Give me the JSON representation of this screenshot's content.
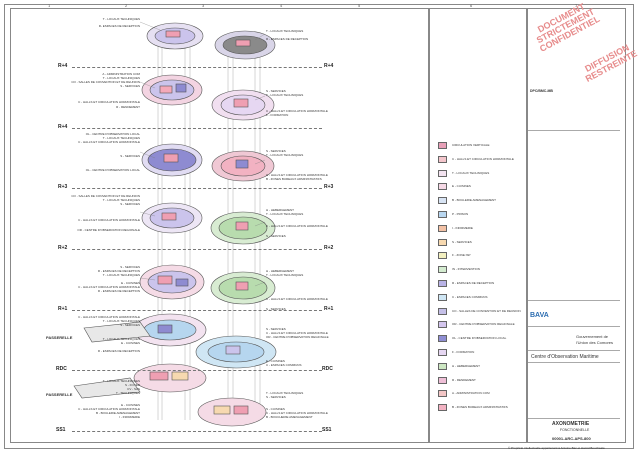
{
  "stamp": {
    "line1": "DOCUMENT",
    "line2": "STRICTEMENT",
    "line3": "CONFIDENTIEL",
    "line4": "DIFFUSION",
    "line5": "RESTREINTE"
  },
  "levels": {
    "r4_left": "R+4",
    "r4_right": "R+4",
    "r4b_left": "R+4",
    "r3_left": "R+3",
    "r3_right": "R+3",
    "r2_left": "R+2",
    "r2_right": "R+2",
    "r1_left": "R+1",
    "r1_right": "R+1",
    "rdc_left": "RDC",
    "rdc_right": "RDC",
    "ss1_left": "SS1",
    "ss1_right": "SS1"
  },
  "labels_left": [
    "T - LOCAUX TECHNIQUES",
    "R- ESPACES DE RECEPTION",
    "A - ADMINISTRATION COM",
    "T - LOCAUX TECHNIQUES",
    "CO - SALLES DE CONVENTION ET DE REUNION",
    "S - SERVICES",
    "C - HALLS ET CIRCULATION HORIZONTALE",
    "R - RENDEMENT",
    "OL - CENTRE D'OBSERVATION LOCAL",
    "T - LOCAUX TECHNIQUES",
    "C - HALLS ET CIRCULATION HORIZONTALE",
    "S - SERVICES",
    "OL - CENTRE D'OBSERVATION LOCAL",
    "CO - SALLES DE CONVENTION ET DE REUNION",
    "T - LOCAUX TECHNIQUES",
    "S - SERVICES",
    "C - HALLS ET CIRCULATION HORIZONTALE",
    "OR - CENTRE D'OBSERVATION REGIONALE",
    "S - SERVICES",
    "R - ESPACES DE RECEPTION",
    "T - LOCAUX TECHNIQUES",
    "E - CUISINES",
    "C - HALLS ET CIRCULATION HORIZONTALE",
    "R - ESPACES DE RECEPTION",
    "C - HALLS ET CIRCULATION HORIZONTALE",
    "T - LOCAUX TECHNIQUES",
    "S - SERVICES",
    "T - LOCAUX TECHNIQUES",
    "E - CUISINES",
    "R - ESPACES DE RECEPTION",
    "T - LOCAUX TECHNIQUES",
    "S - FOYER",
    "CV - SAS",
    "T - TECHNIQUES",
    "E - CUISINES",
    "C - HALLS ET CIRCULATION HORIZONTALE",
    "B - BOULERIE AMENAGEMENT",
    "I - INFIRMERIE"
  ],
  "labels_right": [
    "T - LOCAUX TECHNIQUES",
    "R - ESPACES DE RECEPTION",
    "S - SERVICES",
    "T - LOCAUX TECHNIQUES",
    "C - HALLS ET CIRCULATION HORIZONTALE",
    "F - FORMATION",
    "S - SERVICES",
    "T - LOCAUX TECHNIQUES",
    "C - HALLS ET CIRCULATION HORIZONTALE",
    "B - ZONES BUREAUX ADMINISTRATIFS",
    "H - HEBERGEMENT",
    "T - LOCAUX TECHNIQUES",
    "C - HALLS ET CIRCULATION HORIZONTALE",
    "S - SERVICES",
    "H - HEBERGEMENT",
    "T - LOCAUX TECHNIQUES",
    "C - HALLS ET CIRCULATION HORIZONTALE",
    "S - SERVICES",
    "S - SERVICES",
    "C - HALLS ET CIRCULATION HORIZONTALE",
    "OR - CENTRE D'OBSERVATION REGIONALE",
    "E - CUISINES",
    "C - ESPACES COMMUNS",
    "T - LOCAUX TECHNIQUES",
    "S - SERVICES",
    "S - CUISINES",
    "C - HALLS ET CIRCULATION HORIZONTALE",
    "B - BOUCHERIE AMENAGEMENT"
  ],
  "passerelle_1": "PASSERELLE",
  "passerelle_2": "PASSERELLE",
  "legend": [
    {
      "label": "CIRCULATION VERTICALE",
      "color": "#e8a0b8"
    },
    {
      "label": "C - HALLS ET CIRCULATION HORIZONTALE",
      "color": "#f4c6cc"
    },
    {
      "label": "T - LOCAUX TECHNIQUES",
      "color": "#f3e3f0"
    },
    {
      "label": "E - CUISINES",
      "color": "#f6d9e6"
    },
    {
      "label": "B - BOULERIE AMENAGEMENT",
      "color": "#d8e4f4"
    },
    {
      "label": "P - PRISON",
      "color": "#b9d7f0"
    },
    {
      "label": "I - INFIRMERIE",
      "color": "#f3c2a6"
    },
    {
      "label": "S - SERVICES",
      "color": "#f7d9b0"
    },
    {
      "label": "F - ZONE ISP",
      "color": "#f3f0c0"
    },
    {
      "label": "IN - INTERVENTION",
      "color": "#d4ecd0"
    },
    {
      "label": "R - ESPACES DE RECEPTION",
      "color": "#b9b3e6"
    },
    {
      "label": "C - ESPACES COMMUNS",
      "color": "#cfe6f4"
    },
    {
      "label": "CO - SALLES DE CONVENTION ET DE REUNION",
      "color": "#c5c0e8"
    },
    {
      "label": "OR - CENTRE D'OBSERVATION REGIONALE",
      "color": "#d4c6ee"
    },
    {
      "label": "OL - CENTRE D'OBSERVATION LOCAL",
      "color": "#8f8ed3"
    },
    {
      "label": "F - FORMATION",
      "color": "#e6d7f2"
    },
    {
      "label": "H - HEBERGEMENT",
      "color": "#cde7c3"
    },
    {
      "label": "R - RENDEMENT",
      "color": "#efbfd7"
    },
    {
      "label": "A - ADMINISTRATION COM",
      "color": "#f3c6c6"
    },
    {
      "label": "B - ZONES BUREAUX ADMINISTRATIFS",
      "color": "#f2b2c2"
    }
  ],
  "titleblock": {
    "code": "DPC/BMC-MB",
    "company": "BAVA",
    "client_1": "Gouvernement de",
    "client_2": "l'Union des Comores",
    "project": "Centre d'Observation Maritime",
    "sheet_title": "AXONOMETRIE",
    "sheet_subtitle": "FONCTIONNELLE",
    "ref": "00001-ARC-APS-800",
    "copyright": "© Propriété intellectuelle appartenant à Antoine Bac et Hamid Bouchaala"
  },
  "colors": {
    "pink": "#ef9fb2",
    "violet": "#8e8bd1",
    "lavender": "#cbc4ec",
    "green": "#b8dcae",
    "gray": "#8a8a8a",
    "blue": "#b6d6ef"
  }
}
